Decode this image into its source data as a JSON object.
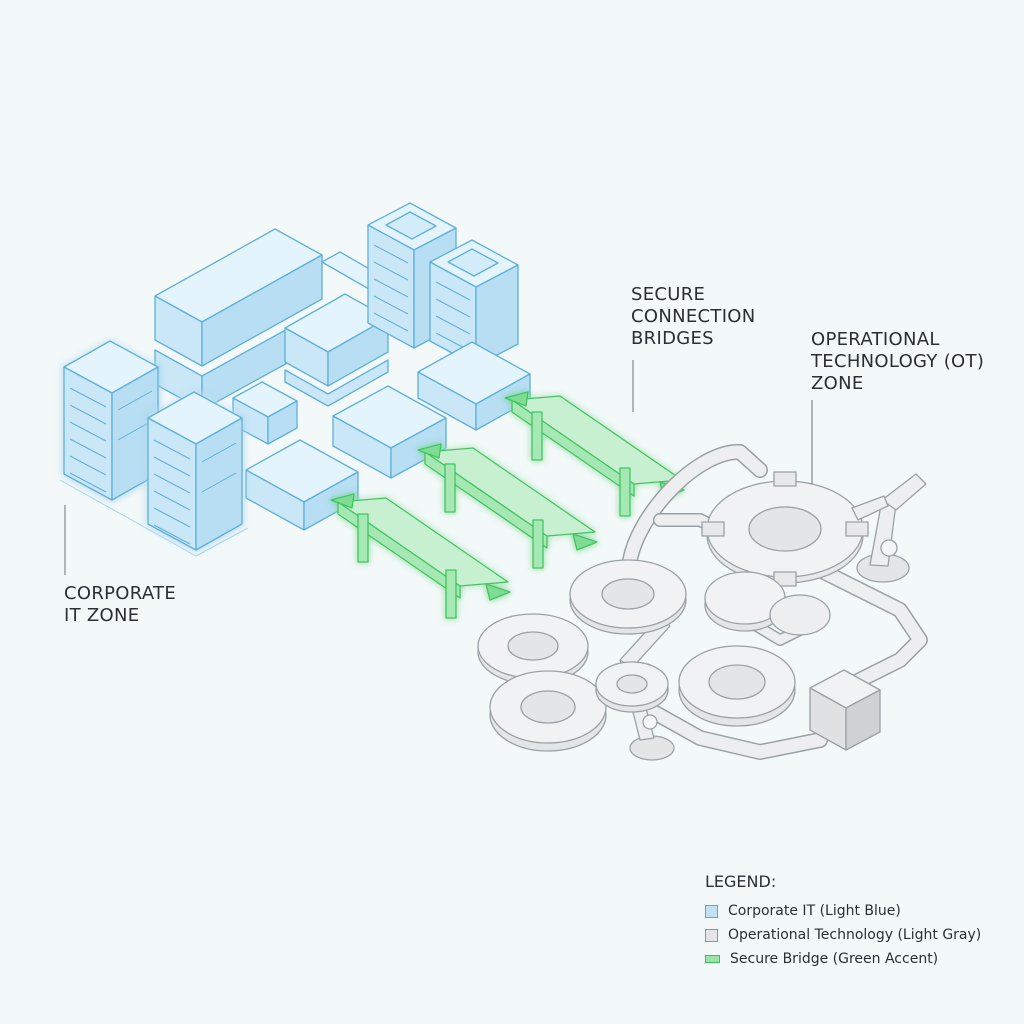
{
  "labels": {
    "corporate_it": [
      "CORPORATE",
      "IT ZONE"
    ],
    "secure_bridges": [
      "SECURE",
      "CONNECTION",
      "BRIDGES"
    ],
    "ot_zone": [
      "OPERATIONAL",
      "TECHNOLOGY (OT)",
      "ZONE"
    ]
  },
  "legend": {
    "title": "LEGEND:",
    "items": [
      {
        "text": "Corporate IT (Light Blue)",
        "color": "#bfe3f6"
      },
      {
        "text": "Operational Technology (Light Gray)",
        "color": "#e3e5e6"
      },
      {
        "text": "Secure Bridge (Green Accent)",
        "color": "#9be3a8"
      }
    ]
  },
  "colors": {
    "it_fill": "#cfeaf8",
    "it_stroke": "#5fb0d8",
    "ot_fill": "#e6e8e9",
    "ot_stroke": "#9aa1a6",
    "bridge_fill": "#a6e8b3",
    "bridge_stroke": "#43c463"
  }
}
